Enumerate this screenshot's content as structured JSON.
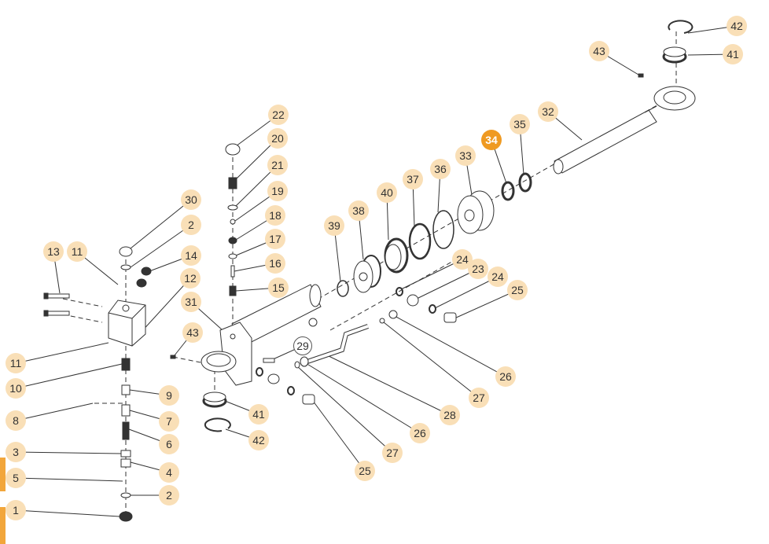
{
  "diagram": {
    "title": "Hydraulic cylinder exploded parts diagram",
    "highlighted_part": "34",
    "colors": {
      "badge": "#f9dfb7",
      "badge_active": "#ef9a22",
      "side_tab": "#f2a63b",
      "line": "#333333"
    },
    "callouts": [
      {
        "label": "42"
      },
      {
        "label": "41"
      },
      {
        "label": "43"
      },
      {
        "label": "32"
      },
      {
        "label": "35"
      },
      {
        "label": "34",
        "active": true
      },
      {
        "label": "33"
      },
      {
        "label": "36"
      },
      {
        "label": "37"
      },
      {
        "label": "40"
      },
      {
        "label": "38"
      },
      {
        "label": "39"
      },
      {
        "label": "22"
      },
      {
        "label": "20"
      },
      {
        "label": "21"
      },
      {
        "label": "19"
      },
      {
        "label": "18"
      },
      {
        "label": "17"
      },
      {
        "label": "16"
      },
      {
        "label": "15"
      },
      {
        "label": "30"
      },
      {
        "label": "2"
      },
      {
        "label": "14"
      },
      {
        "label": "12"
      },
      {
        "label": "13"
      },
      {
        "label": "11"
      },
      {
        "label": "31"
      },
      {
        "label": "43"
      },
      {
        "label": "11"
      },
      {
        "label": "10"
      },
      {
        "label": "9"
      },
      {
        "label": "8"
      },
      {
        "label": "7"
      },
      {
        "label": "6"
      },
      {
        "label": "3"
      },
      {
        "label": "4"
      },
      {
        "label": "5"
      },
      {
        "label": "2"
      },
      {
        "label": "1"
      },
      {
        "label": "29",
        "outlined": true
      },
      {
        "label": "24"
      },
      {
        "label": "23"
      },
      {
        "label": "24"
      },
      {
        "label": "25"
      },
      {
        "label": "26"
      },
      {
        "label": "27"
      },
      {
        "label": "28"
      },
      {
        "label": "26"
      },
      {
        "label": "27"
      },
      {
        "label": "25"
      },
      {
        "label": "41"
      },
      {
        "label": "42"
      }
    ]
  }
}
